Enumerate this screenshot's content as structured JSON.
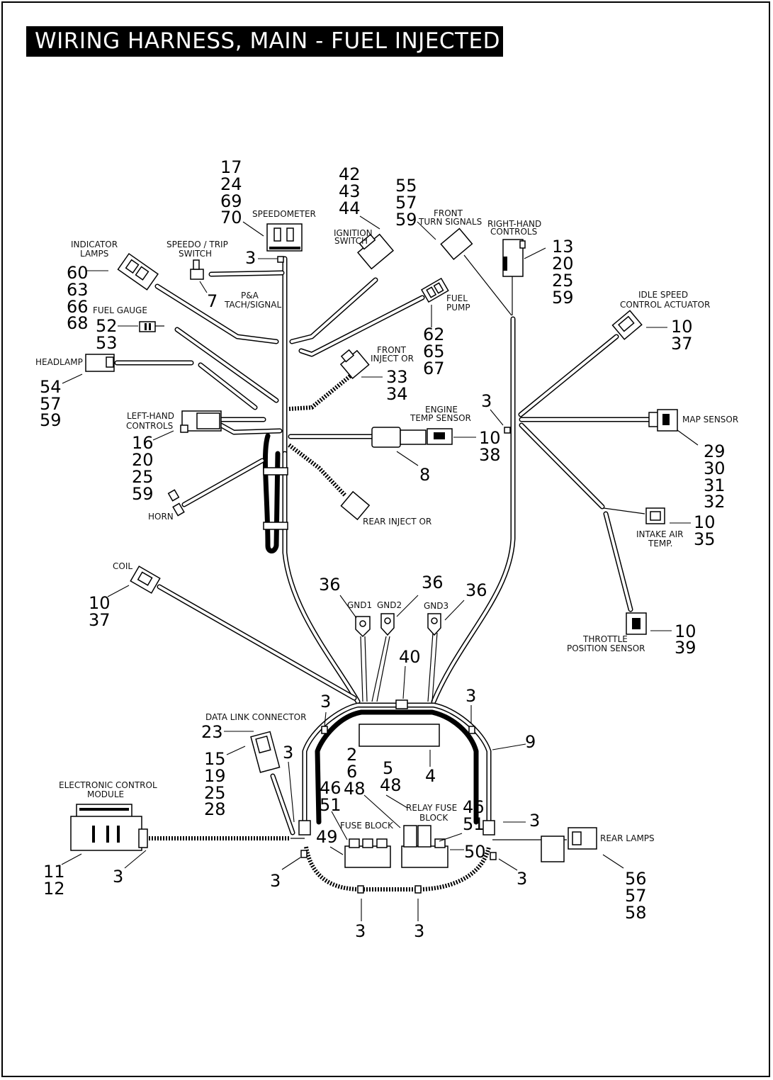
{
  "title": "WIRING HARNESS, MAIN - FUEL INJECTED",
  "components": {
    "speedometer": "SPEEDOMETER",
    "speedo_trip_1": "SPEEDO / TRIP",
    "speedo_trip_2": "SWITCH",
    "indicator_1": "INDICATOR",
    "indicator_2": "LAMPS",
    "ignition_1": "IGNITION",
    "ignition_2": "SWITCH",
    "front_turn_1": "FRONT",
    "front_turn_2": "TURN SIGNALS",
    "rh_controls_1": "RIGHT-HAND",
    "rh_controls_2": "CONTROLS",
    "pa_1": "P&A",
    "pa_2": "TACH/SIGNAL",
    "fuel_gauge": "FUEL GAUGE",
    "fuel_pump_1": "FUEL",
    "fuel_pump_2": "PUMP",
    "idle_1": "IDLE SPEED",
    "idle_2": "CONTROL ACTUATOR",
    "headlamp": "HEADLAMP",
    "front_injector_1": "FRONT",
    "front_injector_2": "INJECT OR",
    "lh_controls_1": "LEFT-HAND",
    "lh_controls_2": "CONTROLS",
    "engine_temp_1": "ENGINE",
    "engine_temp_2": "TEMP SENSOR",
    "map_sensor": "MAP SENSOR",
    "horn": "HORN",
    "rear_injector": "REAR INJECT OR",
    "intake_1": "INTAKE AIR",
    "intake_2": "TEMP.",
    "coil": "COIL",
    "gnd1": "GND1",
    "gnd2": "GND2",
    "gnd3": "GND3",
    "throttle_1": "THROTTLE",
    "throttle_2": "POSITION SENSOR",
    "data_link": "DATA LINK CONNECTOR",
    "ecm_1": "ELECTRONIC CONTROL",
    "ecm_2": "MODULE",
    "relay_1": "RELAY FUSE",
    "relay_2": "BLOCK",
    "fuse_block": "FUSE BLOCK",
    "rear_lamps": "REAR LAMPS"
  },
  "callouts": {
    "speedo_refs": [
      "17",
      "24",
      "69",
      "70"
    ],
    "ign_refs": [
      "42",
      "43",
      "44"
    ],
    "turn_refs": [
      "55",
      "57",
      "59"
    ],
    "rh_refs": [
      "13",
      "20",
      "25",
      "59"
    ],
    "ind_refs": [
      "60",
      "63",
      "66",
      "68"
    ],
    "fg_refs": [
      "52",
      "53"
    ],
    "pump_refs": [
      "62",
      "65",
      "67"
    ],
    "idle_refs": [
      "10",
      "37"
    ],
    "head_refs": [
      "54",
      "57",
      "59"
    ],
    "finj_refs": [
      "33",
      "34"
    ],
    "lh_refs": [
      "16",
      "20",
      "25",
      "59"
    ],
    "ets_refs": [
      "10",
      "38"
    ],
    "map_refs": [
      "29",
      "30",
      "31",
      "32"
    ],
    "iat_refs": [
      "10",
      "35"
    ],
    "coil_refs": [
      "10",
      "37"
    ],
    "tps_refs": [
      "10",
      "39"
    ],
    "dlc_refs": [
      "15",
      "19",
      "25",
      "28"
    ],
    "ecm_refs": [
      "11",
      "12"
    ],
    "relay_refs": [
      "5",
      "48"
    ],
    "fuse_refs": [
      "46",
      "51"
    ],
    "relay2_refs": [
      "46",
      "51"
    ],
    "fuse_l_refs": [
      "2",
      "6",
      "48"
    ],
    "rear_refs": [
      "56",
      "57",
      "58"
    ],
    "n3": "3",
    "n7": "7",
    "n8": "8",
    "n4": "4",
    "n9": "9",
    "n23": "23",
    "n36": "36",
    "n40": "40",
    "n49": "49",
    "n50": "50"
  }
}
